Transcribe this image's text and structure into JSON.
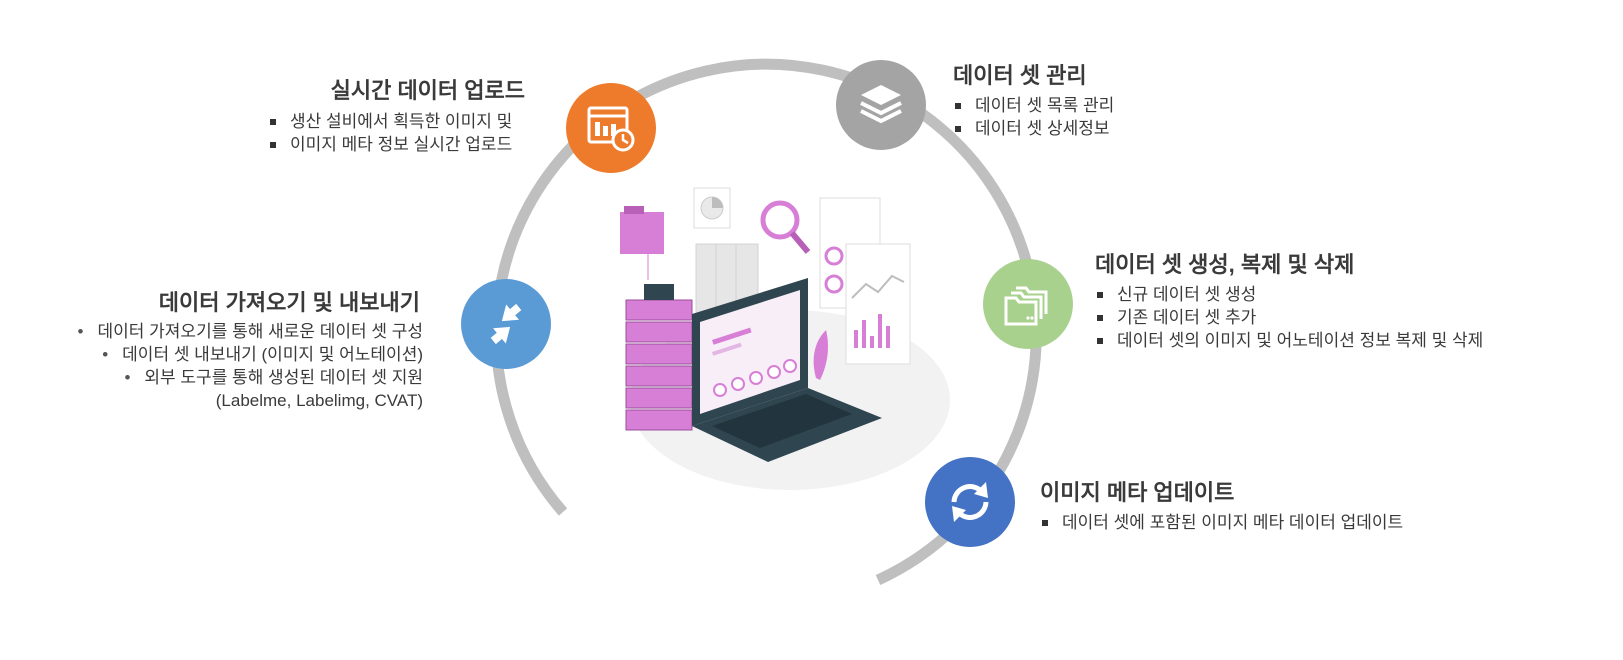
{
  "sections": {
    "upload": {
      "title": "실시간 데이터 업로드",
      "items": [
        "생산 설비에서 획득한 이미지 및",
        "이미지 메타 정보 실시간 업로드"
      ],
      "color": "#ee7b2b",
      "icon": "dashboard-clock-icon"
    },
    "manage": {
      "title": "데이터 셋 관리",
      "items": [
        "데이터 셋 목록 관리",
        "데이터 셋 상세정보"
      ],
      "color": "#a4a4a4",
      "icon": "layers-icon"
    },
    "import_export": {
      "title": "데이터 가져오기 및 내보내기",
      "items": [
        "데이터 가져오기를 통해 새로운 데이터 셋 구성",
        "데이터 셋 내보내기 (이미지 및 어노테이션)",
        "외부 도구를 통해 생성된 데이터 셋 지원",
        "(Labelme, Labelimg, CVAT)"
      ],
      "color": "#5b9bd5",
      "icon": "swap-arrows-icon"
    },
    "create": {
      "title": "데이터 셋 생성, 복제 및 삭제",
      "items": [
        "신규 데이터 셋 생성",
        "기존 데이터 셋 추가",
        "데이터 셋의 이미지 및 어노테이션 정보 복제 및 삭제"
      ],
      "color": "#a9d18e",
      "icon": "folders-icon"
    },
    "meta": {
      "title": "이미지 메타 업데이트",
      "items": [
        "데이터 셋에 포함된 이미지 메타 데이터 업데이트"
      ],
      "color": "#4472c4",
      "icon": "refresh-icon"
    }
  },
  "colors": {
    "ring": "#bfbfbf",
    "accent": "#d77fd6",
    "laptop": "#2f4550"
  }
}
